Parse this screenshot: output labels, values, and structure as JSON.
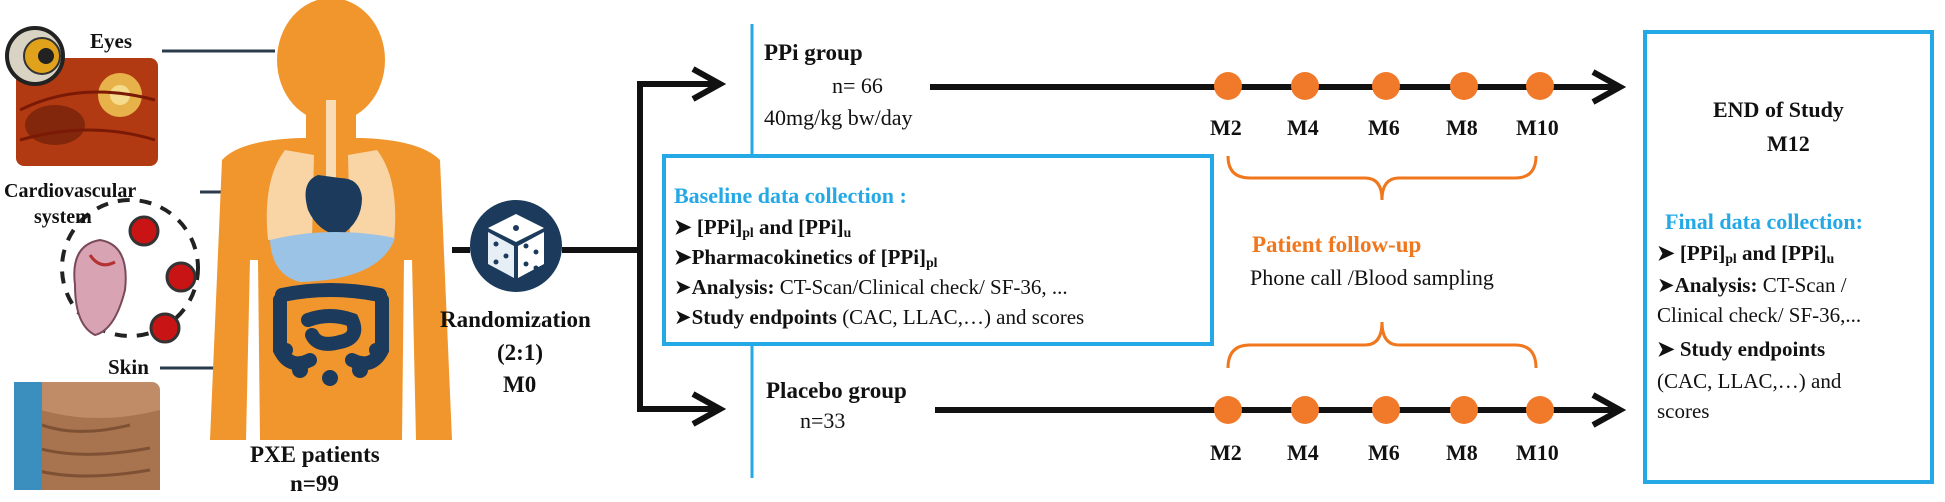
{
  "left": {
    "labels": {
      "eyes": "Eyes",
      "cardio_line1": "Cardiovascular",
      "cardio_line2": "system",
      "skin": "Skin"
    },
    "patients_line1": "PXE patients",
    "patients_line2": "n=99"
  },
  "randomization": {
    "line1": "Randomization",
    "line2": "(2:1)",
    "line3": "M0"
  },
  "ppi_group": {
    "title": "PPi group",
    "n": "n= 66",
    "dose": "40mg/kg bw/day",
    "milestones": [
      "M2",
      "M4",
      "M6",
      "M8",
      "M10"
    ]
  },
  "placebo_group": {
    "title": "Placebo group",
    "n": "n=33",
    "milestones": [
      "M2",
      "M4",
      "M6",
      "M8",
      "M10"
    ]
  },
  "baseline": {
    "title": "Baseline data collection :",
    "item1": {
      "ppi": "[PPi]",
      "pl": "pl",
      "and": " and ",
      "ppi2": "[PPi]",
      "u": "u"
    },
    "item2": {
      "text": "Pharmacokinetics of [PPi]",
      "pl": "pl"
    },
    "item3": {
      "label": "Analysis:",
      "text": " CT-Scan/Clinical check/ SF-36, ..."
    },
    "item4": {
      "label": "Study endpoints",
      "text": " (CAC, LLAC,…) and scores"
    }
  },
  "followup": {
    "title": "Patient follow-up",
    "subtitle": "Phone call /Blood sampling"
  },
  "end": {
    "title_line1": "END of Study",
    "title_line2": "M12",
    "final_title": "Final data collection:",
    "item1": {
      "ppi": "[PPi]",
      "pl": "pl",
      "and": " and ",
      "ppi2": "[PPi]",
      "u": "u"
    },
    "item2": {
      "label": "Analysis:",
      "text": " CT-Scan /"
    },
    "item2b": "Clinical check/ SF-36,...",
    "item3": {
      "label": "Study endpoints"
    },
    "item3b": "(CAC, LLAC,…) and",
    "item3c": "scores"
  },
  "colors": {
    "body": "#f0962d",
    "organ": "#1b3a5c",
    "accent_blue": "#25a9e6",
    "accent_orange": "#f0771d",
    "dot": "#f07a2a"
  }
}
